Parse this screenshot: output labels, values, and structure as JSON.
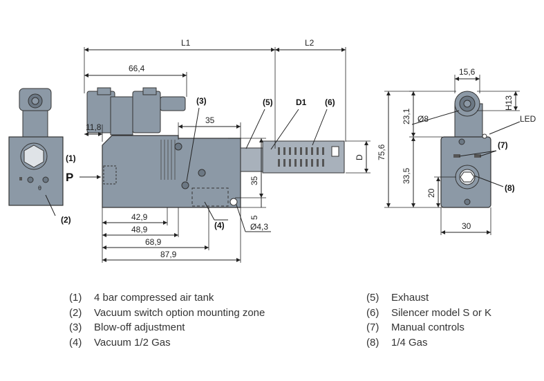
{
  "dimensions": {
    "L1": "L1",
    "L2": "L2",
    "d66_4": "66,4",
    "d11_8": "11,8",
    "d35_top": "35",
    "d35_vert": "35",
    "d5": "5",
    "dD": "D",
    "d42_9": "42,9",
    "d48_9": "48,9",
    "d68_9": "68,9",
    "d87_9": "87,9",
    "d4_3": "Ø4,3",
    "d15_6": "15,6",
    "dH13": "H13",
    "d8": "Ø8",
    "d23_1": "23,1",
    "d75_6": "75,6",
    "d33_5": "33,5",
    "d20": "20",
    "d30": "30",
    "led": "LED",
    "D1": "D1"
  },
  "callouts": {
    "c1": "(1)",
    "c2": "(2)",
    "c3": "(3)",
    "c4": "(4)",
    "c5": "(5)",
    "c6": "(6)",
    "c7": "(7)",
    "c8": "(8)",
    "P": "P"
  },
  "legend": {
    "left": [
      {
        "num": "(1)",
        "text": "4 bar compressed air tank"
      },
      {
        "num": "(2)",
        "text": "Vacuum switch option mounting zone"
      },
      {
        "num": "(3)",
        "text": "Blow-off adjustment"
      },
      {
        "num": "(4)",
        "text": "Vacuum 1/2 Gas"
      }
    ],
    "right": [
      {
        "num": "(5)",
        "text": "Exhaust"
      },
      {
        "num": "(6)",
        "text": "Silencer model S or K"
      },
      {
        "num": "(7)",
        "text": "Manual controls"
      },
      {
        "num": "(8)",
        "text": "1/4 Gas"
      }
    ]
  },
  "colors": {
    "body": "#8c99a6",
    "body_dark": "#6c7884",
    "line": "#222222",
    "silencer": "#a8b1bb"
  }
}
